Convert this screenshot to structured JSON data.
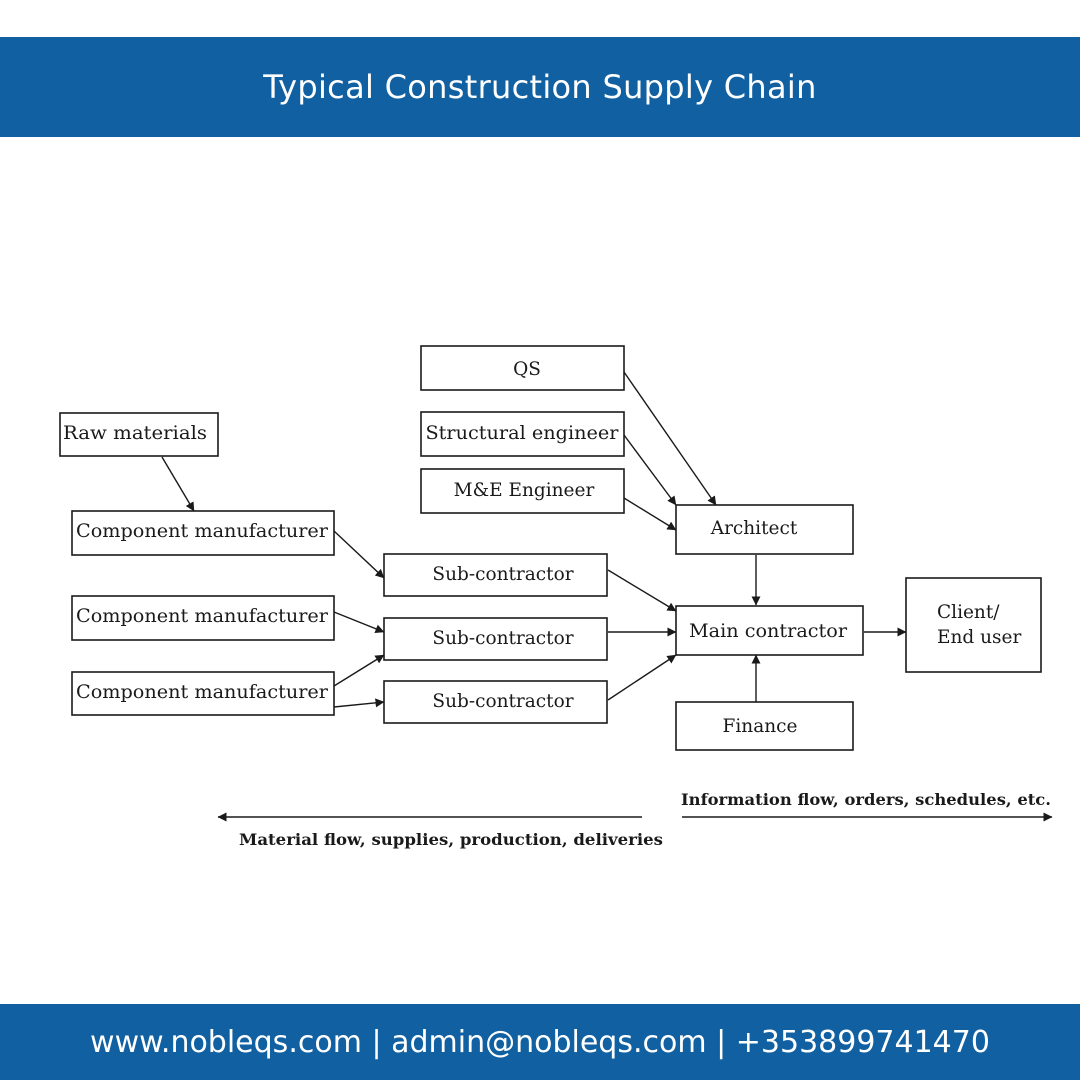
{
  "header": {
    "title": "Typical Construction Supply Chain"
  },
  "footer": {
    "contact": "www.nobleqs.com | admin@nobleqs.com | +353899741470"
  },
  "colors": {
    "brand_blue": "#1160a1",
    "ink": "#1a1a1a"
  },
  "diagram": {
    "nodes": {
      "qs": "QS",
      "structural_engineer": "Structural engineer",
      "me_engineer": "M&E Engineer",
      "architect": "Architect",
      "raw_materials": "Raw materials",
      "component_manufacturer_1": "Component manufacturer",
      "component_manufacturer_2": "Component manufacturer",
      "component_manufacturer_3": "Component manufacturer",
      "sub_contractor_1": "Sub-contractor",
      "sub_contractor_2": "Sub-contractor",
      "sub_contractor_3": "Sub-contractor",
      "main_contractor": "Main contractor",
      "client_line1": "Client/",
      "client_line2": "End user",
      "finance": "Finance"
    },
    "edges": [
      {
        "from": "raw_materials",
        "to": "component_manufacturer_1"
      },
      {
        "from": "component_manufacturer_1",
        "to": "sub_contractor_1"
      },
      {
        "from": "component_manufacturer_2",
        "to": "sub_contractor_2"
      },
      {
        "from": "component_manufacturer_3",
        "to": "sub_contractor_2"
      },
      {
        "from": "component_manufacturer_3",
        "to": "sub_contractor_3"
      },
      {
        "from": "sub_contractor_1",
        "to": "main_contractor"
      },
      {
        "from": "sub_contractor_2",
        "to": "main_contractor"
      },
      {
        "from": "sub_contractor_3",
        "to": "main_contractor"
      },
      {
        "from": "qs",
        "to": "architect"
      },
      {
        "from": "structural_engineer",
        "to": "architect"
      },
      {
        "from": "me_engineer",
        "to": "architect"
      },
      {
        "from": "architect",
        "to": "main_contractor"
      },
      {
        "from": "finance",
        "to": "main_contractor"
      },
      {
        "from": "main_contractor",
        "to": "client"
      }
    ],
    "flows": {
      "information": "Information flow, orders, schedules, etc.",
      "material": "Material flow, supplies, production, deliveries"
    }
  }
}
